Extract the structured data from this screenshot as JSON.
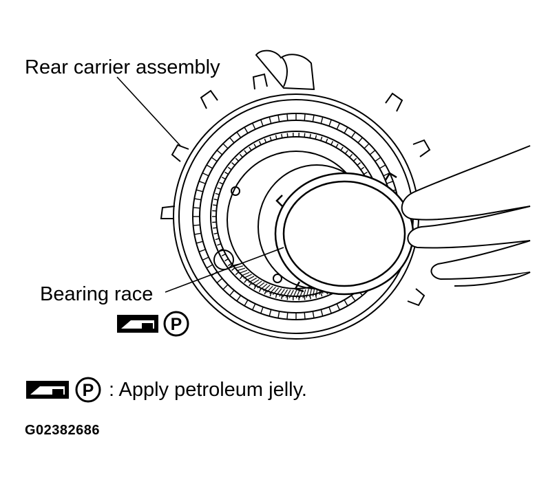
{
  "labels": {
    "rear_carrier": "Rear carrier assembly",
    "bearing_race": "Bearing race"
  },
  "legend": {
    "symbol_letter": "P",
    "text": ": Apply petroleum jelly."
  },
  "figure_code": "G02382686",
  "colors": {
    "ink": "#000000",
    "paper": "#ffffff"
  },
  "icons": [
    "grease-gun-icon",
    "letter-p-circle-icon"
  ]
}
